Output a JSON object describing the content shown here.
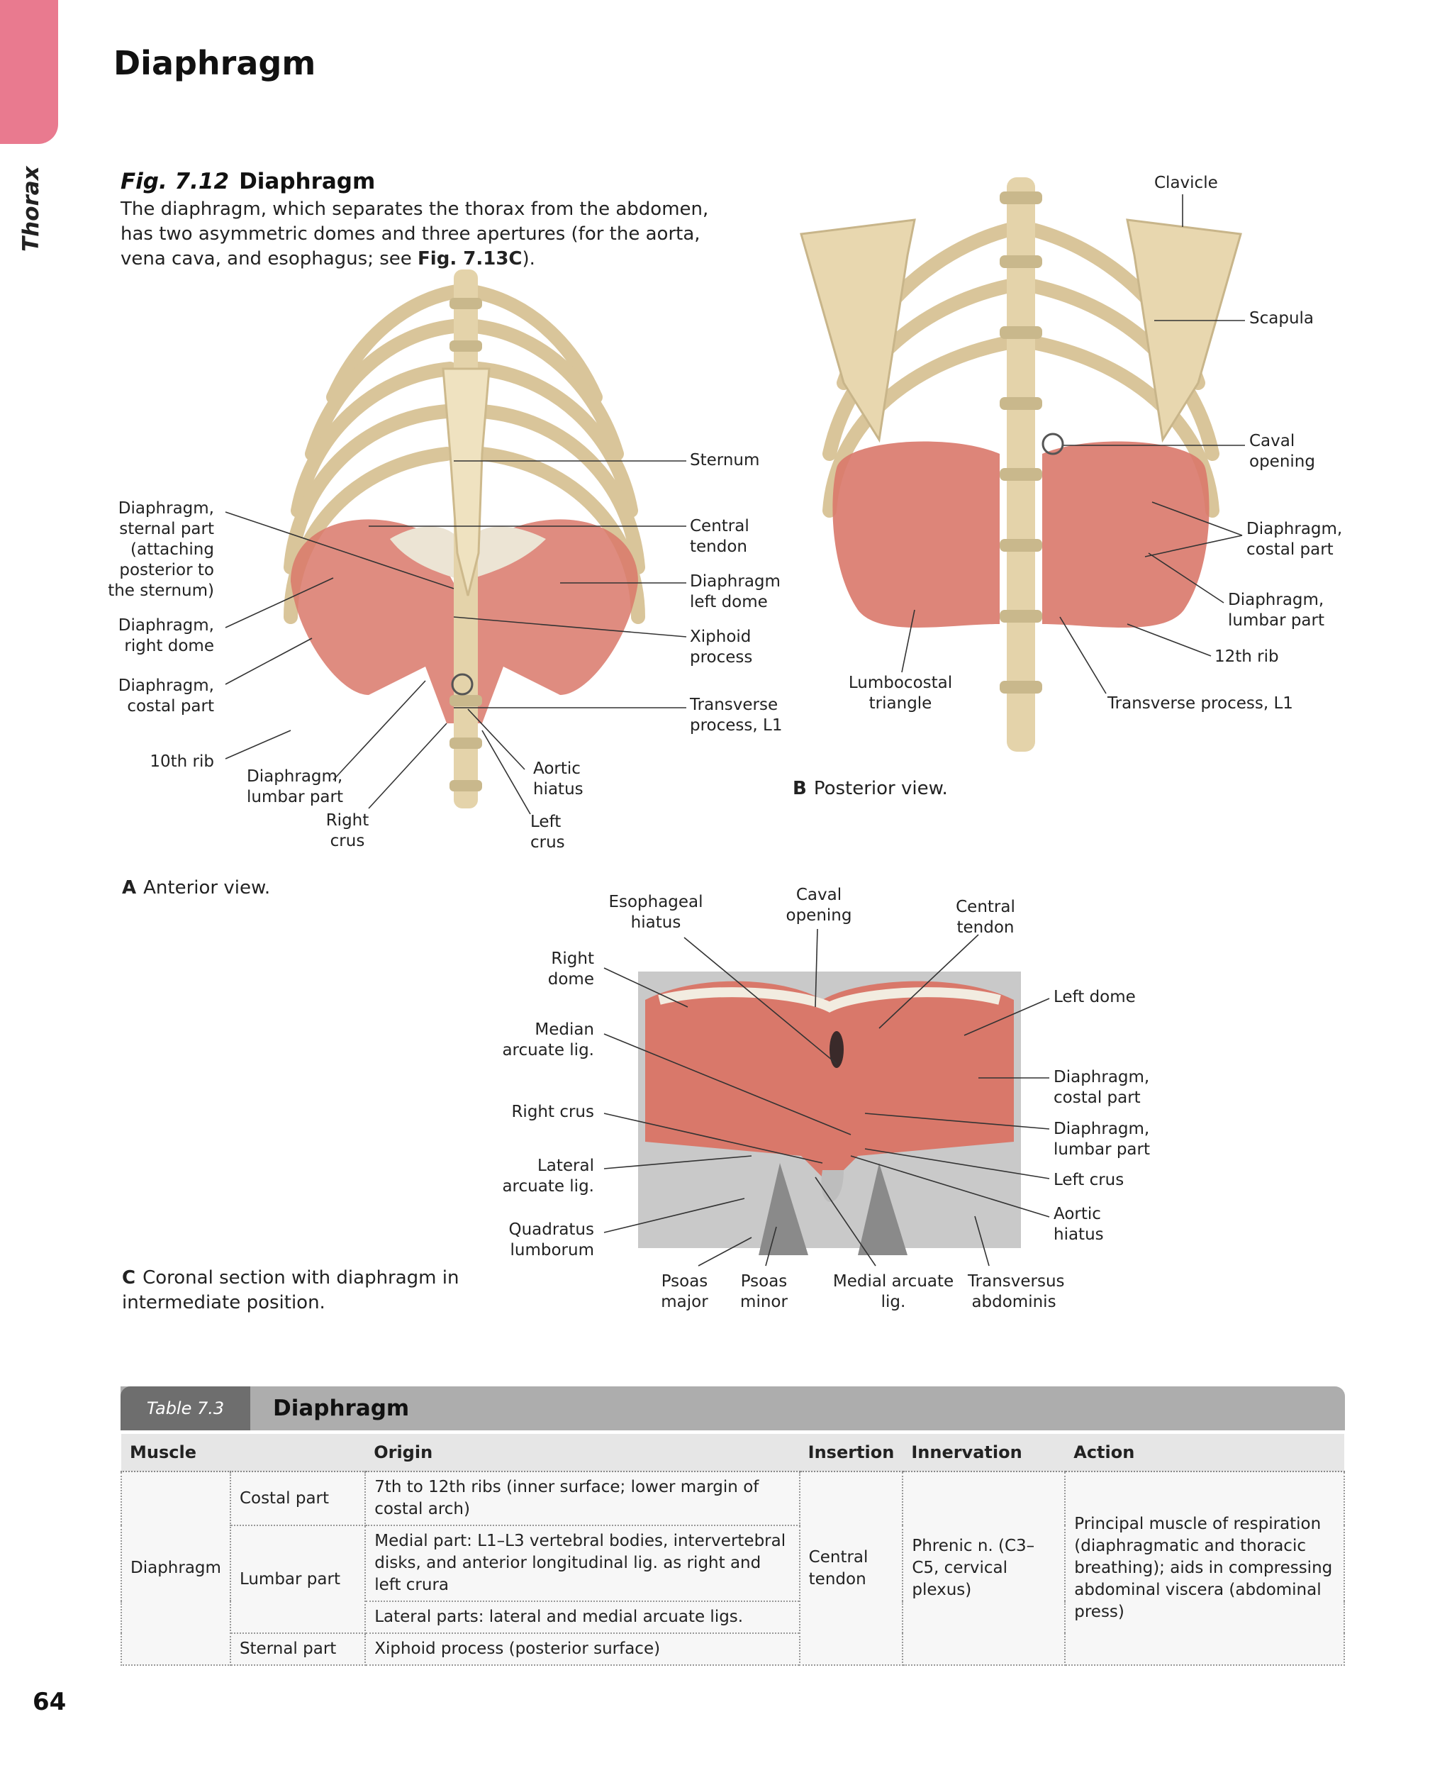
{
  "section": "Thorax",
  "page_title": "Diaphragm",
  "page_number": "64",
  "figure": {
    "number": "Fig. 7.12",
    "title": "Diaphragm",
    "caption_pre": "The diaphragm, which separates the thorax from the abdomen, has two asymmetric domes and three apertures (for the aorta, vena cava, and esophagus; see ",
    "caption_ref": "Fig. 7.13C",
    "caption_post": ")."
  },
  "panel_a": {
    "letter": "A",
    "caption": "Anterior view.",
    "labels": {
      "sternal_part": "Diaphragm,\nsternal part\n(attaching\nposterior to\nthe sternum)",
      "right_dome": "Diaphragm,\nright dome",
      "costal_part": "Diaphragm,\ncostal part",
      "tenth_rib": "10th rib",
      "lumbar_part": "Diaphragm,\nlumbar part",
      "right_crus": "Right\ncrus",
      "aortic_hiatus": "Aortic\nhiatus",
      "left_crus": "Left\ncrus",
      "sternum": "Sternum",
      "central_tendon": "Central\ntendon",
      "left_dome": "Diaphragm\nleft dome",
      "xiphoid": "Xiphoid\nprocess",
      "transverse_process": "Transverse\nprocess, L1"
    }
  },
  "panel_b": {
    "letter": "B",
    "caption": "Posterior view.",
    "labels": {
      "clavicle": "Clavicle",
      "scapula": "Scapula",
      "caval_opening": "Caval\nopening",
      "costal_part": "Diaphragm,\ncostal part",
      "lumbar_part": "Diaphragm,\nlumbar part",
      "twelfth_rib": "12th rib",
      "transverse_process": "Transverse process, L1",
      "lumbocostal": "Lumbocostal\ntriangle"
    }
  },
  "panel_c": {
    "letter": "C",
    "caption": "Coronal section with diaphragm in\nintermediate position.",
    "labels": {
      "esophageal_hiatus": "Esophageal\nhiatus",
      "caval_opening": "Caval\nopening",
      "central_tendon": "Central\ntendon",
      "right_dome": "Right\ndome",
      "median_arcuate": "Median\narcuate lig.",
      "right_crus": "Right crus",
      "lateral_arcuate": "Lateral\narcuate lig.",
      "quadratus": "Quadratus\nlumborum",
      "left_dome": "Left dome",
      "costal_part": "Diaphragm,\ncostal part",
      "lumbar_part": "Diaphragm,\nlumbar part",
      "left_crus": "Left crus",
      "aortic_hiatus": "Aortic\nhiatus",
      "psoas_major": "Psoas\nmajor",
      "psoas_minor": "Psoas\nminor",
      "medial_arcuate": "Medial arcuate\nlig.",
      "transversus": "Transversus\nabdominis"
    }
  },
  "table": {
    "tag": "Table 7.3",
    "title": "Diaphragm",
    "headers": [
      "Muscle",
      "Origin",
      "Insertion",
      "Innervation",
      "Action"
    ],
    "muscle": "Diaphragm",
    "parts": {
      "costal": "Costal part",
      "lumbar": "Lumbar part",
      "sternal": "Sternal part"
    },
    "origins": {
      "costal": "7th to 12th ribs (inner surface; lower margin of costal arch)",
      "lumbar_medial": "Medial part: L1–L3 vertebral bodies, intervertebral disks, and anterior longitudinal lig. as right and left crura",
      "lumbar_lateral": "Lateral parts: lateral and medial arcuate ligs.",
      "sternal": "Xiphoid process (posterior surface)"
    },
    "insertion": "Central tendon",
    "innervation": "Phrenic n. (C3–C5, cervical plexus)",
    "action": "Principal muscle of respiration (diaphragmatic and thoracic breathing); aids in compressing abdominal viscera (abdominal press)"
  }
}
